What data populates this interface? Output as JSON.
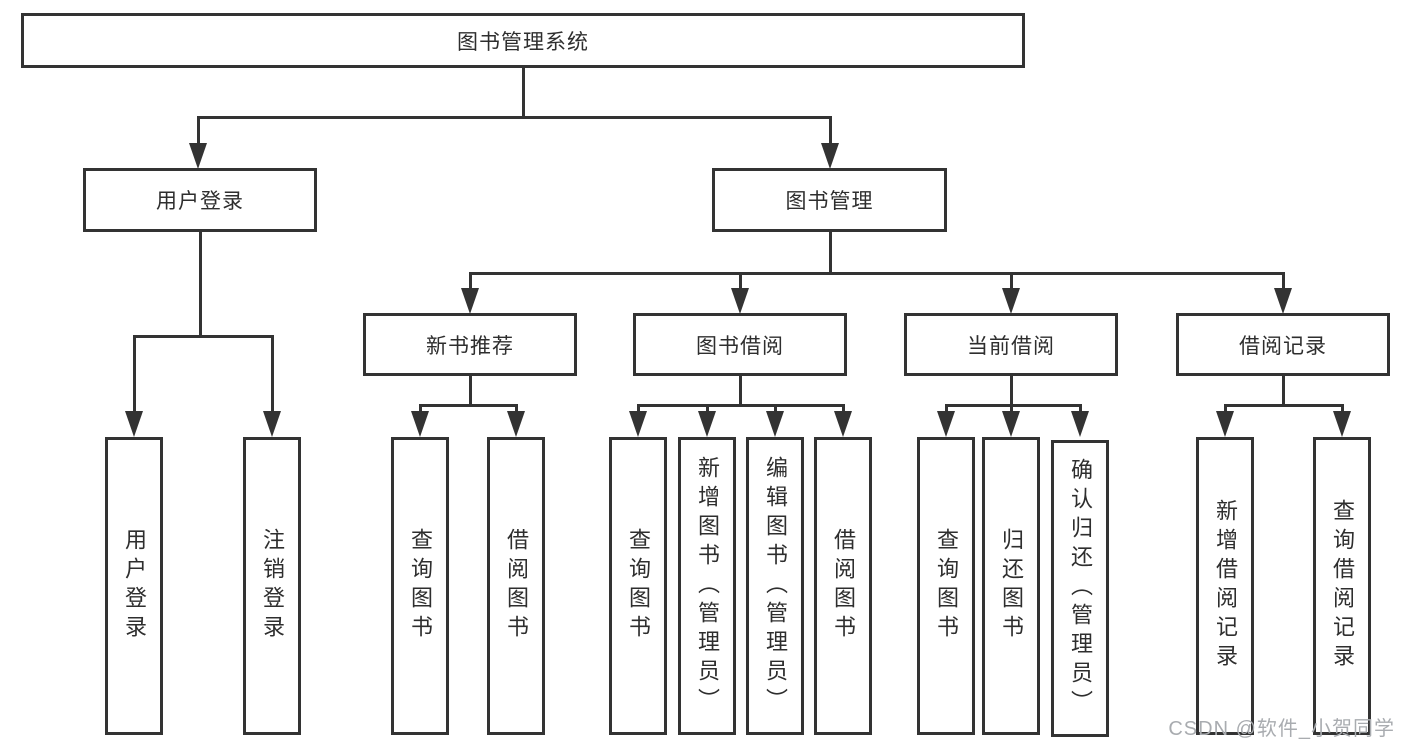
{
  "diagram": {
    "type": "tree",
    "root": {
      "label": "图书管理系统"
    },
    "level1": [
      {
        "label": "用户登录",
        "children": [
          "用户登录",
          "注销登录"
        ]
      },
      {
        "label": "图书管理"
      }
    ],
    "level2": [
      {
        "label": "新书推荐",
        "children": [
          "查询图书",
          "借阅图书"
        ]
      },
      {
        "label": "图书借阅",
        "children": [
          "查询图书",
          "新增图书（管理员）",
          "编辑图书（管理员）",
          "借阅图书"
        ]
      },
      {
        "label": "当前借阅",
        "children": [
          "查询图书",
          "归还图书",
          "确认归还（管理员）"
        ]
      },
      {
        "label": "借阅记录",
        "children": [
          "新增借阅记录",
          "查询借阅记录"
        ]
      }
    ]
  },
  "watermark": {
    "text": "CSDN @软件_小贺同学"
  },
  "colors": {
    "line": "#333333",
    "text": "#2e2e2e",
    "bg": "#ffffff",
    "watermark": "#a9acb0"
  }
}
